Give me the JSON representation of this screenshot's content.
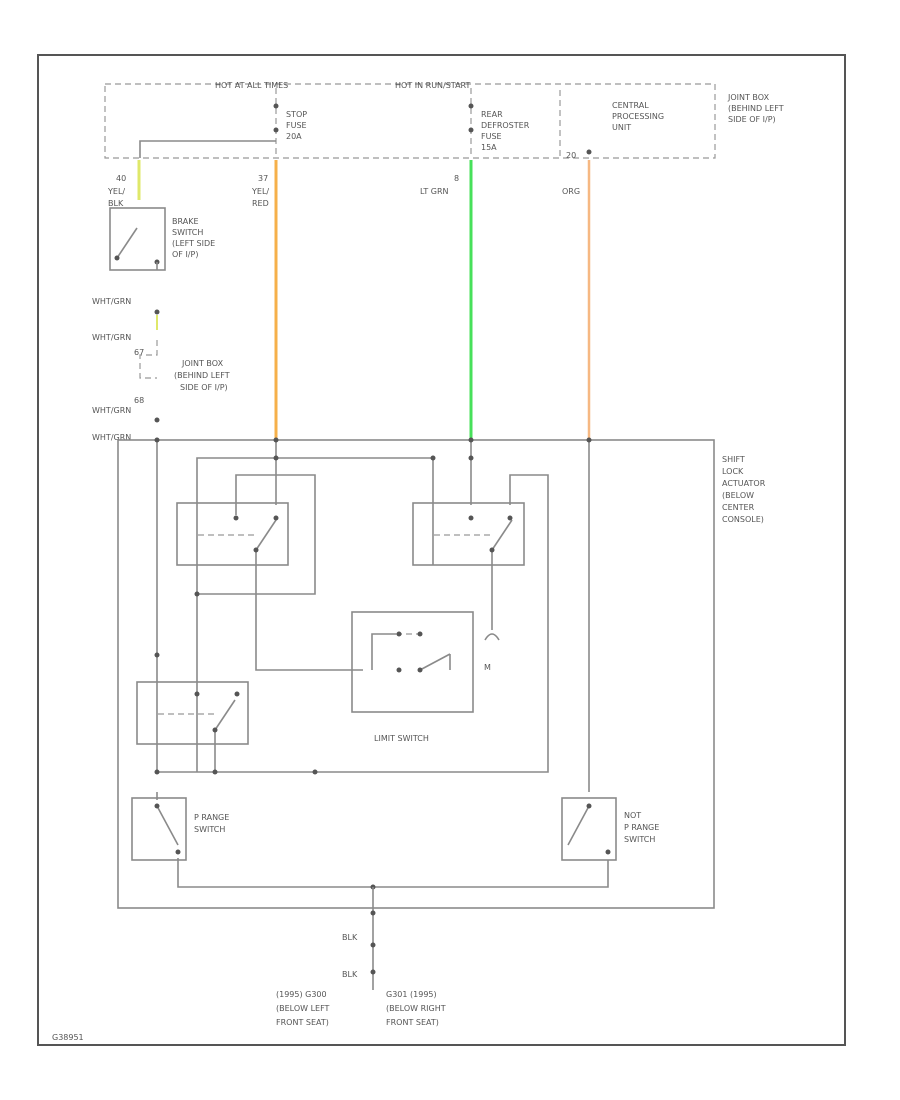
{
  "junction_box": {
    "hot_at_all_times": "HOT AT ALL TIMES",
    "hot_in_run": "HOT IN RUN/START",
    "label": [
      "JOINT BOX",
      "(BEHIND LEFT",
      "SIDE OF I/P)"
    ],
    "stop_fuse": [
      "STOP",
      "FUSE",
      "20A"
    ],
    "rear_defroster_fuse": [
      "REAR",
      "DEFROSTER",
      "FUSE",
      "15A"
    ],
    "cpu": [
      "CENTRAL",
      "PROCESSING",
      "UNIT"
    ],
    "cpu_pin": "20"
  },
  "wires": {
    "brake_top_pin": "40",
    "brake_top_color": [
      "YEL/",
      "BLK"
    ],
    "stop_pin": "37",
    "stop_color": [
      "YEL/",
      "RED"
    ],
    "defrost_pin": "8",
    "defrost_color": "LT GRN",
    "cpu_color": "ORG",
    "brake_out_1": "WHT/GRN",
    "brake_out_2": "WHT/GRN",
    "joint_pin_a": "67",
    "joint_pin_b": "68",
    "brake_out_3": "WHT/GRN",
    "brake_out_4": "WHT/GRN",
    "ground_color_1": "BLK",
    "ground_color_2": "BLK"
  },
  "components": {
    "brake_switch": [
      "BRAKE",
      "SWITCH",
      "(LEFT SIDE",
      "OF I/P)"
    ],
    "joint_box_2": [
      "JOINT BOX",
      "(BEHIND LEFT",
      "SIDE OF I/P)"
    ],
    "shift_lock": [
      "SHIFT",
      "LOCK",
      "ACTUATOR",
      "(BELOW",
      "CENTER",
      "CONSOLE)"
    ],
    "limit_switch": "LIMIT SWITCH",
    "motor_label": "M",
    "p_range": [
      "P RANGE",
      "SWITCH"
    ],
    "not_p_range": [
      "NOT",
      "P RANGE",
      "SWITCH"
    ],
    "ground_left": [
      "(1995)   G300",
      "(BELOW LEFT",
      "FRONT SEAT)"
    ],
    "ground_right": [
      "G301  (1995)",
      "(BELOW RIGHT",
      "FRONT SEAT)"
    ]
  },
  "footer_code": "G38951",
  "colors": {
    "yellow_wire": "#dfe86a",
    "orange_wire": "#f6b04a",
    "green_wire": "#47e05a",
    "light_orange_wire": "#f6b882",
    "line": "#8a8a8a"
  }
}
